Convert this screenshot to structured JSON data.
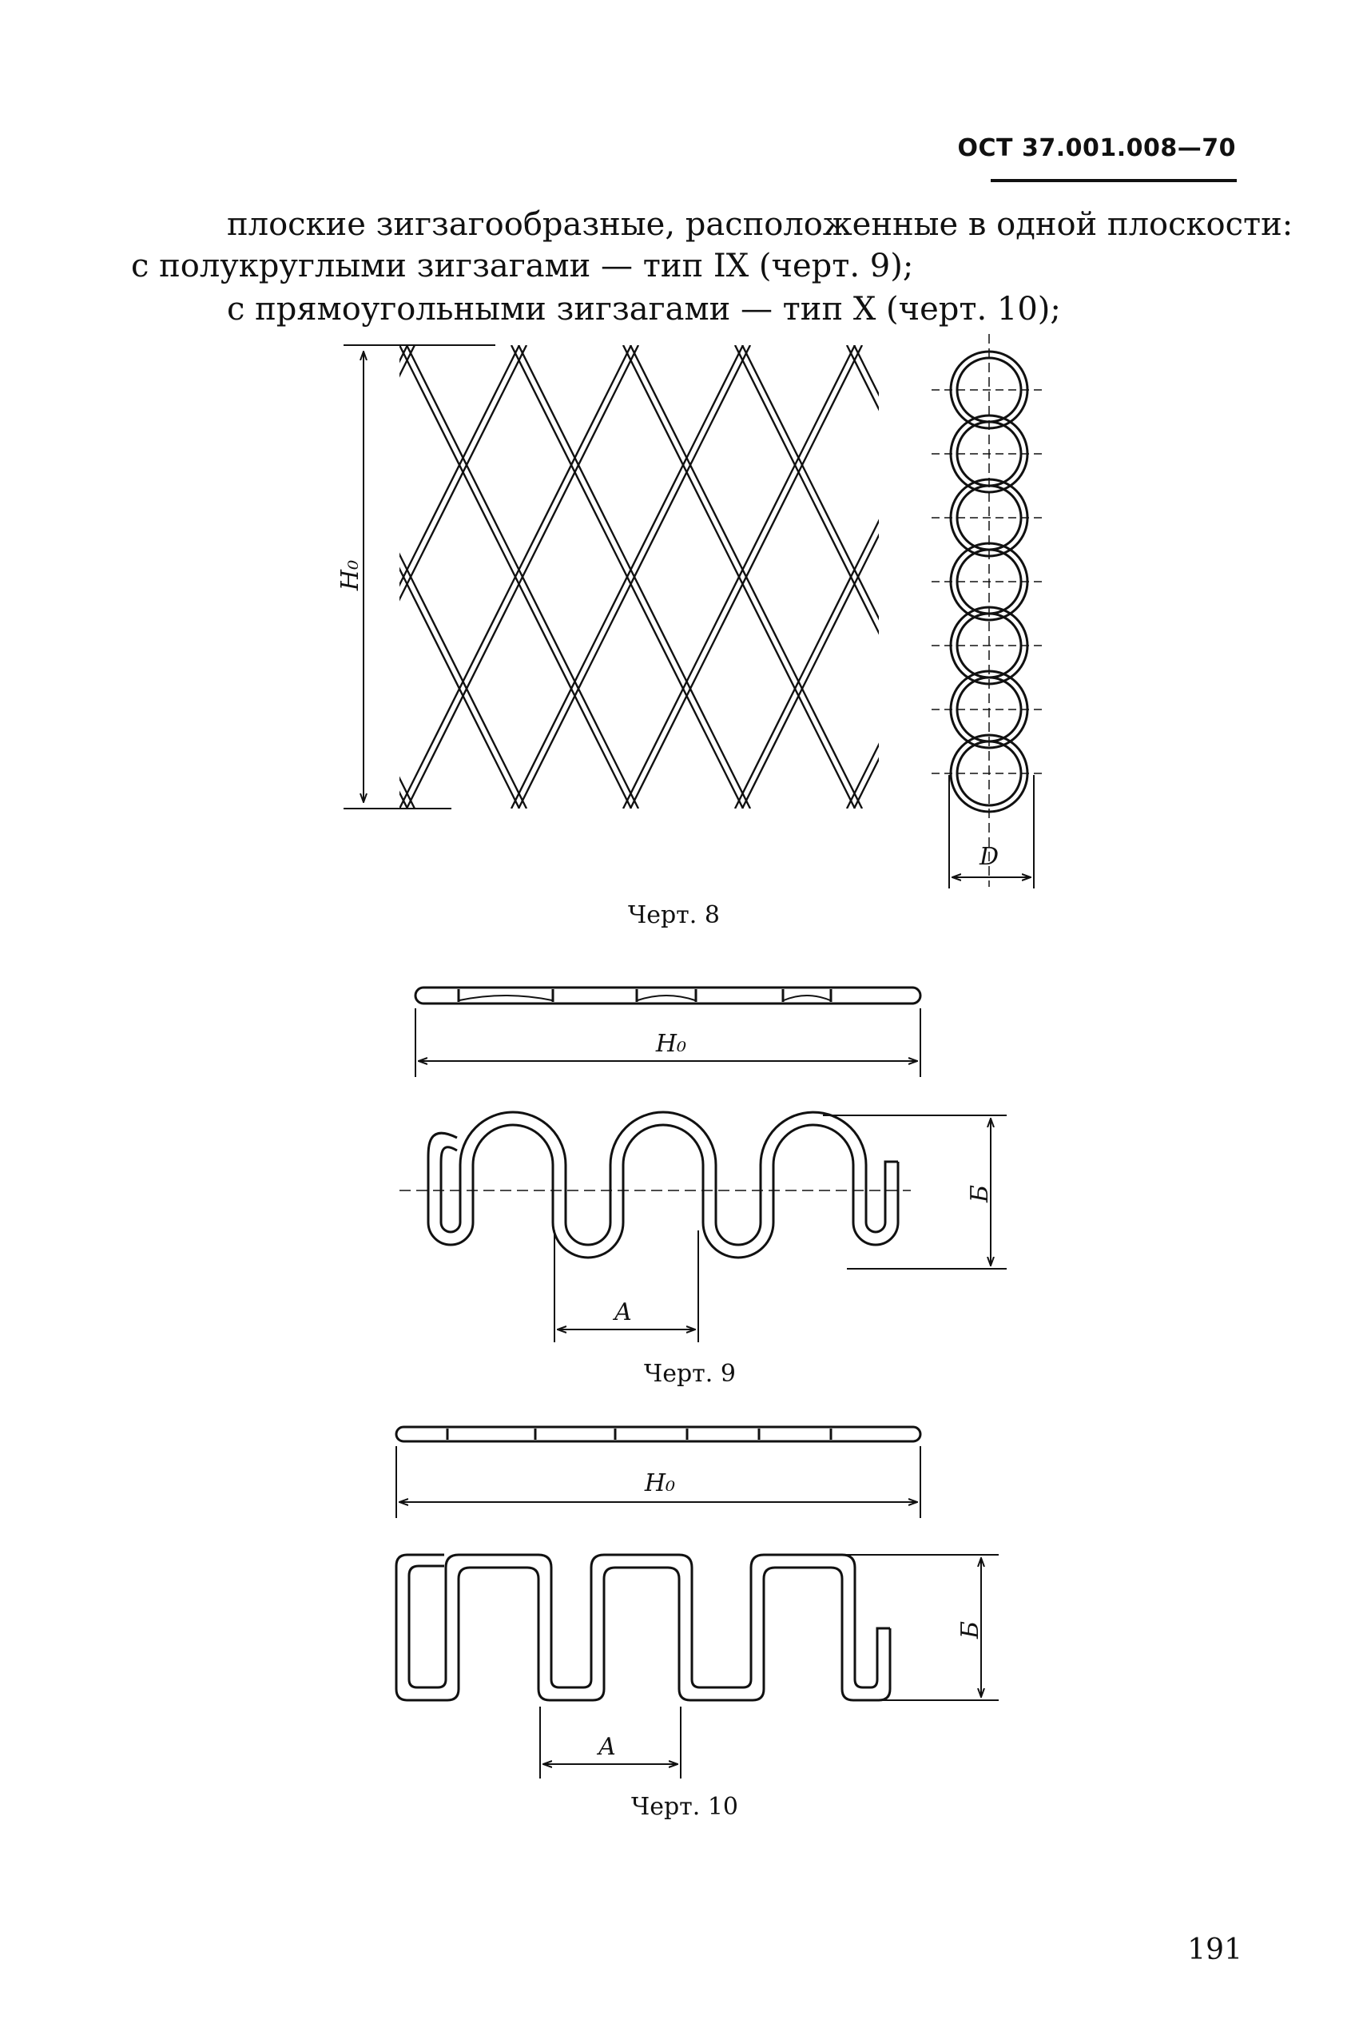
{
  "header": {
    "document_id": "ОСТ 37.001.008—70"
  },
  "text_lines": [
    "плоские зигзагообразные, расположенные в одной плоскости:",
    "с полукруглыми зигзагами — тип IX (черт. 9);",
    "с прямоугольными зигзагами — тип X (черт. 10);"
  ],
  "figures": {
    "fig8": {
      "caption": "Черт. 8",
      "dim_height": "H₀",
      "dim_diameter": "D"
    },
    "fig9": {
      "caption": "Черт. 9",
      "dim_length": "H₀",
      "dim_height": "Б",
      "dim_pitch": "A"
    },
    "fig10": {
      "caption": "Черт. 10",
      "dim_length": "H₀",
      "dim_height": "Б",
      "dim_pitch": "A"
    }
  },
  "page_number": "191"
}
